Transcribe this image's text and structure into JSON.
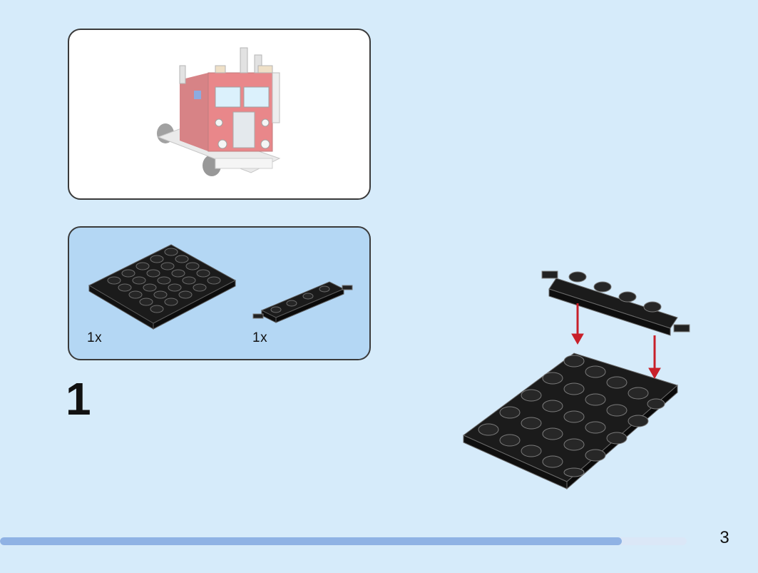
{
  "preview": {
    "icon": "fire-truck-cab-preview"
  },
  "parts": [
    {
      "quantity": "1x",
      "icon": "plate-4x6-black-icon"
    },
    {
      "quantity": "1x",
      "icon": "plate-1x4-with-pins-black-icon"
    }
  ],
  "step": {
    "number": "1"
  },
  "assembly": {
    "icon": "assembly-plate-pins-icon",
    "arrow_color": "#c8202a"
  },
  "footer": {
    "page_number": "3",
    "progress": 0.906
  },
  "colors": {
    "background": "#d6ebfa",
    "parts_panel": "#b4d7f4",
    "progress_bar": "#8fb2e4",
    "brick_black": "#1b1b1b",
    "truck_red": "#d8262c"
  }
}
